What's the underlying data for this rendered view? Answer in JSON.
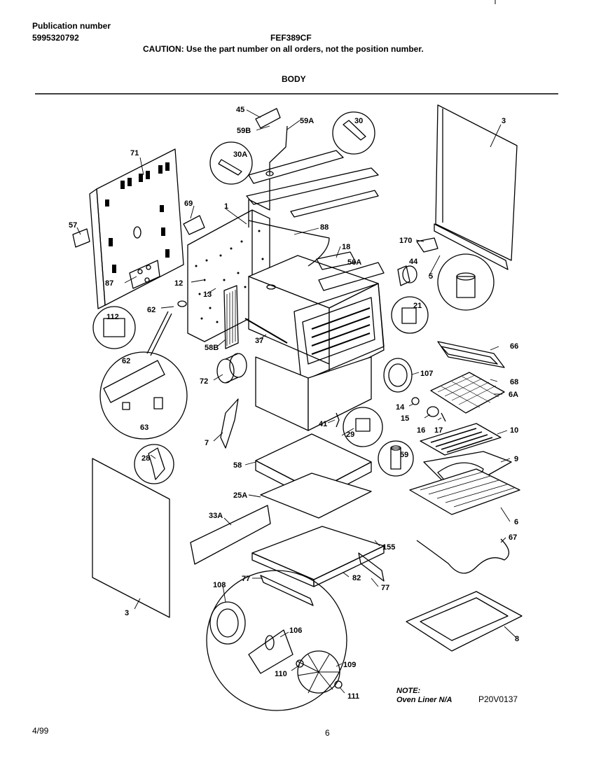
{
  "header": {
    "publication_label": "Publication number",
    "publication_number": "5995320792",
    "model": "FEF389CF",
    "caution": "CAUTION:  Use the part number on all orders, not the position number.",
    "section": "BODY"
  },
  "diagram": {
    "callouts": [
      "45",
      "59B",
      "59A",
      "30",
      "30A",
      "71",
      "57",
      "69",
      "1",
      "88",
      "18",
      "56A",
      "87",
      "12",
      "13",
      "112",
      "62",
      "58B",
      "37",
      "72",
      "62",
      "63",
      "3",
      "170",
      "44",
      "5",
      "21",
      "66",
      "68",
      "6A",
      "107",
      "14",
      "15",
      "16",
      "17",
      "10",
      "9",
      "6",
      "67",
      "7",
      "41",
      "29",
      "59",
      "28",
      "58",
      "25A",
      "33A",
      "155",
      "82",
      "77",
      "77",
      "3",
      "108",
      "106",
      "109",
      "110",
      "111",
      "8"
    ]
  },
  "footer": {
    "note_label": "NOTE:",
    "note_text": "Oven Liner N/A",
    "drawing_id": "P20V0137",
    "date": "4/99",
    "page": "6"
  }
}
